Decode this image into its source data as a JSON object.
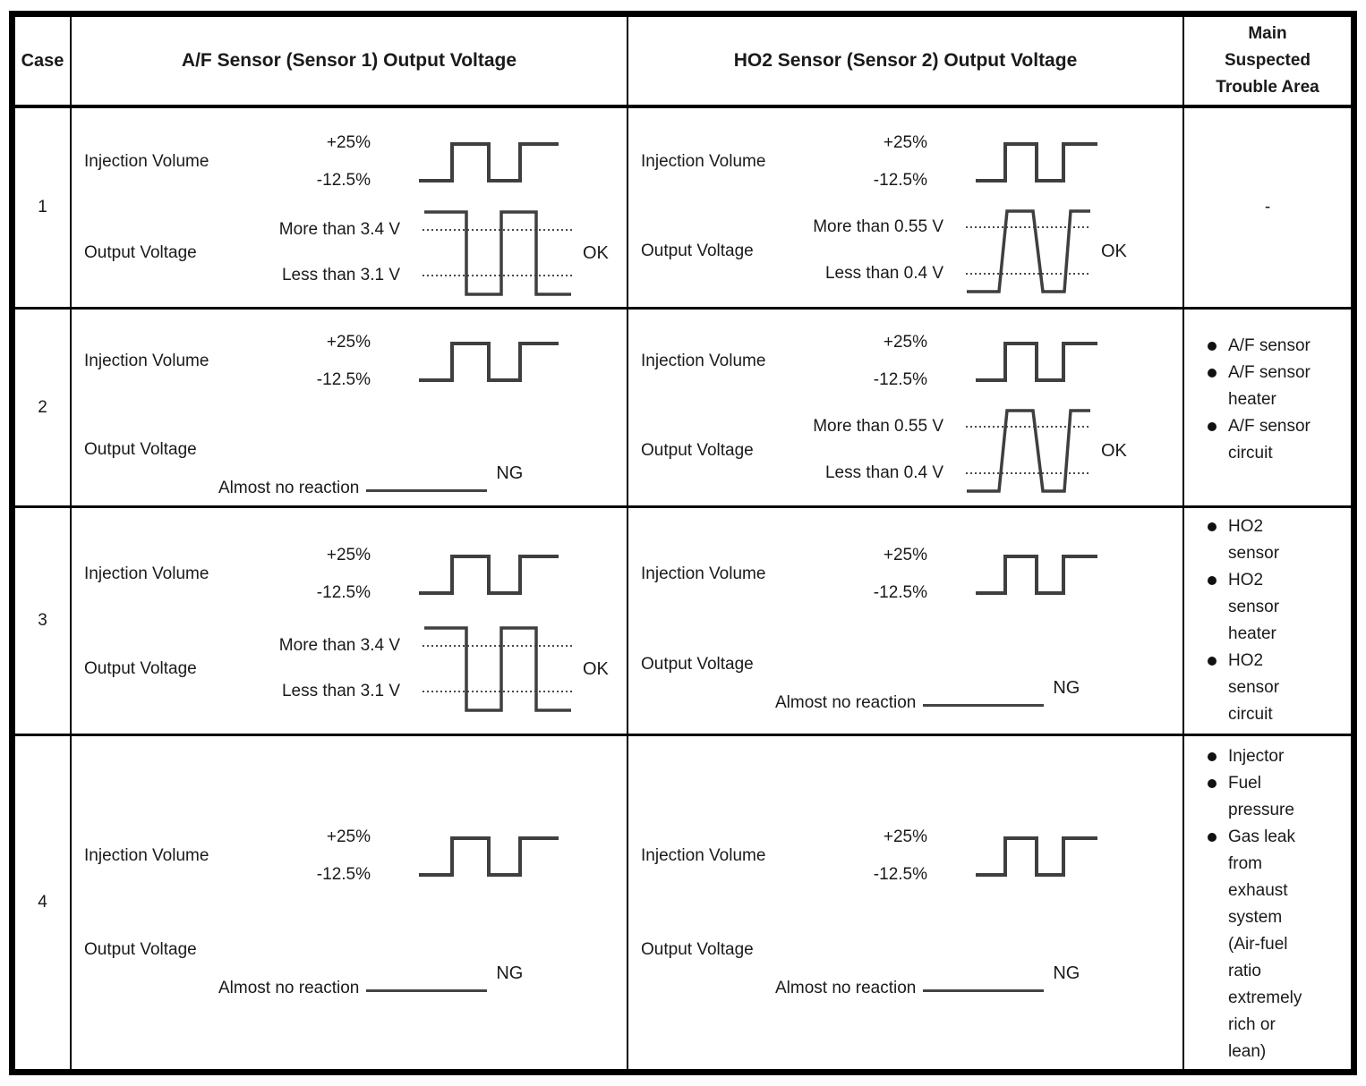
{
  "header": {
    "case": "Case",
    "af_sensor": "A/F Sensor (Sensor 1) Output Voltage",
    "ho2_sensor": "HO2 Sensor (Sensor 2) Output Voltage",
    "trouble_area": "Main\nSuspected\nTrouble Area"
  },
  "labels": {
    "injection_volume": "Injection Volume",
    "output_voltage": "Output Voltage",
    "injection_high": "+25%",
    "injection_low": "-12.5%"
  },
  "rows": [
    {
      "case": "1",
      "af": {
        "waveform": "inverted-square",
        "upper": "More than 3.4 V",
        "lower": "Less than 3.1 V",
        "result": "OK"
      },
      "ho2": {
        "waveform": "trapezoid",
        "upper": "More than 0.55 V",
        "lower": "Less than 0.4 V",
        "result": "OK"
      },
      "trouble": "-"
    },
    {
      "case": "2",
      "af": {
        "waveform": "flat",
        "note": "Almost no reaction",
        "result": "NG"
      },
      "ho2": {
        "waveform": "trapezoid",
        "upper": "More than 0.55 V",
        "lower": "Less than 0.4 V",
        "result": "OK"
      },
      "trouble_items": [
        "A/F sensor",
        "A/F sensor\nheater",
        "A/F sensor\ncircuit"
      ]
    },
    {
      "case": "3",
      "af": {
        "waveform": "inverted-square",
        "upper": "More than 3.4 V",
        "lower": "Less than 3.1 V",
        "result": "OK"
      },
      "ho2": {
        "waveform": "flat",
        "note": "Almost no reaction",
        "result": "NG"
      },
      "trouble_items": [
        "HO2\nsensor",
        "HO2\nsensor\nheater",
        "HO2\nsensor\ncircuit"
      ]
    },
    {
      "case": "4",
      "af": {
        "waveform": "flat",
        "note": "Almost no reaction",
        "result": "NG"
      },
      "ho2": {
        "waveform": "flat",
        "note": "Almost no reaction",
        "result": "NG"
      },
      "trouble_items": [
        "Injector",
        "Fuel\npressure",
        "Gas leak\nfrom\nexhaust\nsystem\n(Air-fuel\nratio\nextremely\nrich or\nlean)"
      ]
    }
  ],
  "colors": {
    "border": "#000000",
    "text": "#1a1a1a",
    "waveform": "#3f3f3f",
    "threshold_dotted_line": "#4a4a4a",
    "background": "#ffffff"
  }
}
